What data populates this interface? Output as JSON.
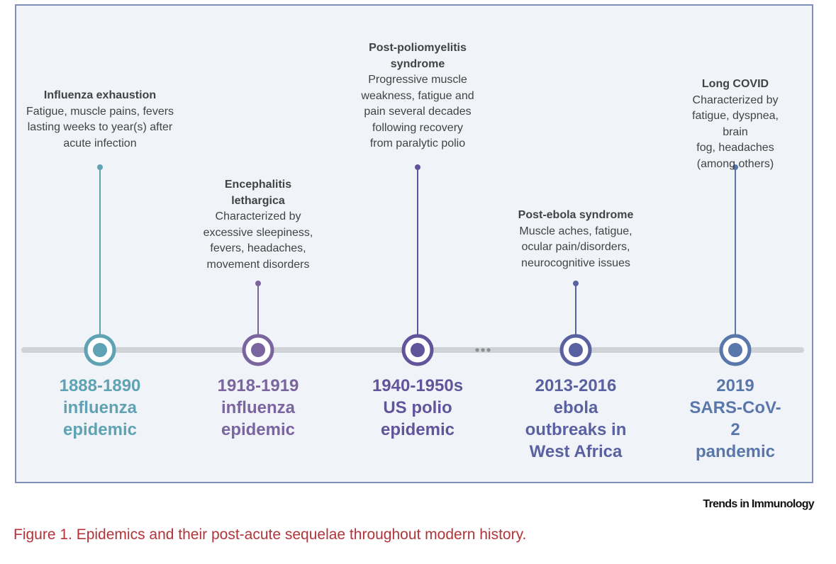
{
  "figure": {
    "source_label": "Trends in Immunology",
    "caption": "Figure 1. Epidemics and their post-acute sequelae throughout modern history."
  },
  "colors": {
    "panel_background": "#f0f4f9",
    "panel_border": "#7f8eb9",
    "axis_line": "#cfd3d8",
    "caption": "#b3333a",
    "description_text": "#424242"
  },
  "events": [
    {
      "label": "1888-1890\ninfluenza\nepidemic",
      "color": "#5fa2b4",
      "sequela_title": "Influenza exhaustion",
      "sequela_description": "Fatigue, muscle pains, fevers\nlasting weeks to year(s) after\nacute infection"
    },
    {
      "label": "1918-1919\ninfluenza\nepidemic",
      "color": "#7a659f",
      "sequela_title": "Encephalitis\nlethargica",
      "sequela_description": "Characterized by\nexcessive sleepiness,\nfevers, headaches,\nmovement disorders"
    },
    {
      "label": "1940-1950s\nUS polio\nepidemic",
      "color": "#62549a",
      "sequela_title": "Post-poliomyelitis\nsyndrome",
      "sequela_description": "Progressive muscle\nweakness, fatigue and\npain several decades\nfollowing recovery\nfrom paralytic polio"
    },
    {
      "label": "2013-2016\nebola\noutbreaks in\nWest Africa",
      "color": "#5961a0",
      "sequela_title": "Post-ebola syndrome",
      "sequela_description": "Muscle aches, fatigue,\nocular pain/disorders,\nneurocognitive issues"
    },
    {
      "label": "2019\nSARS-CoV-2\npandemic",
      "color": "#5a77ab",
      "sequela_title": "Long COVID",
      "sequela_description": "Characterized by\nfatigue, dyspnea, brain\nfog, headaches\n(among others)"
    }
  ]
}
